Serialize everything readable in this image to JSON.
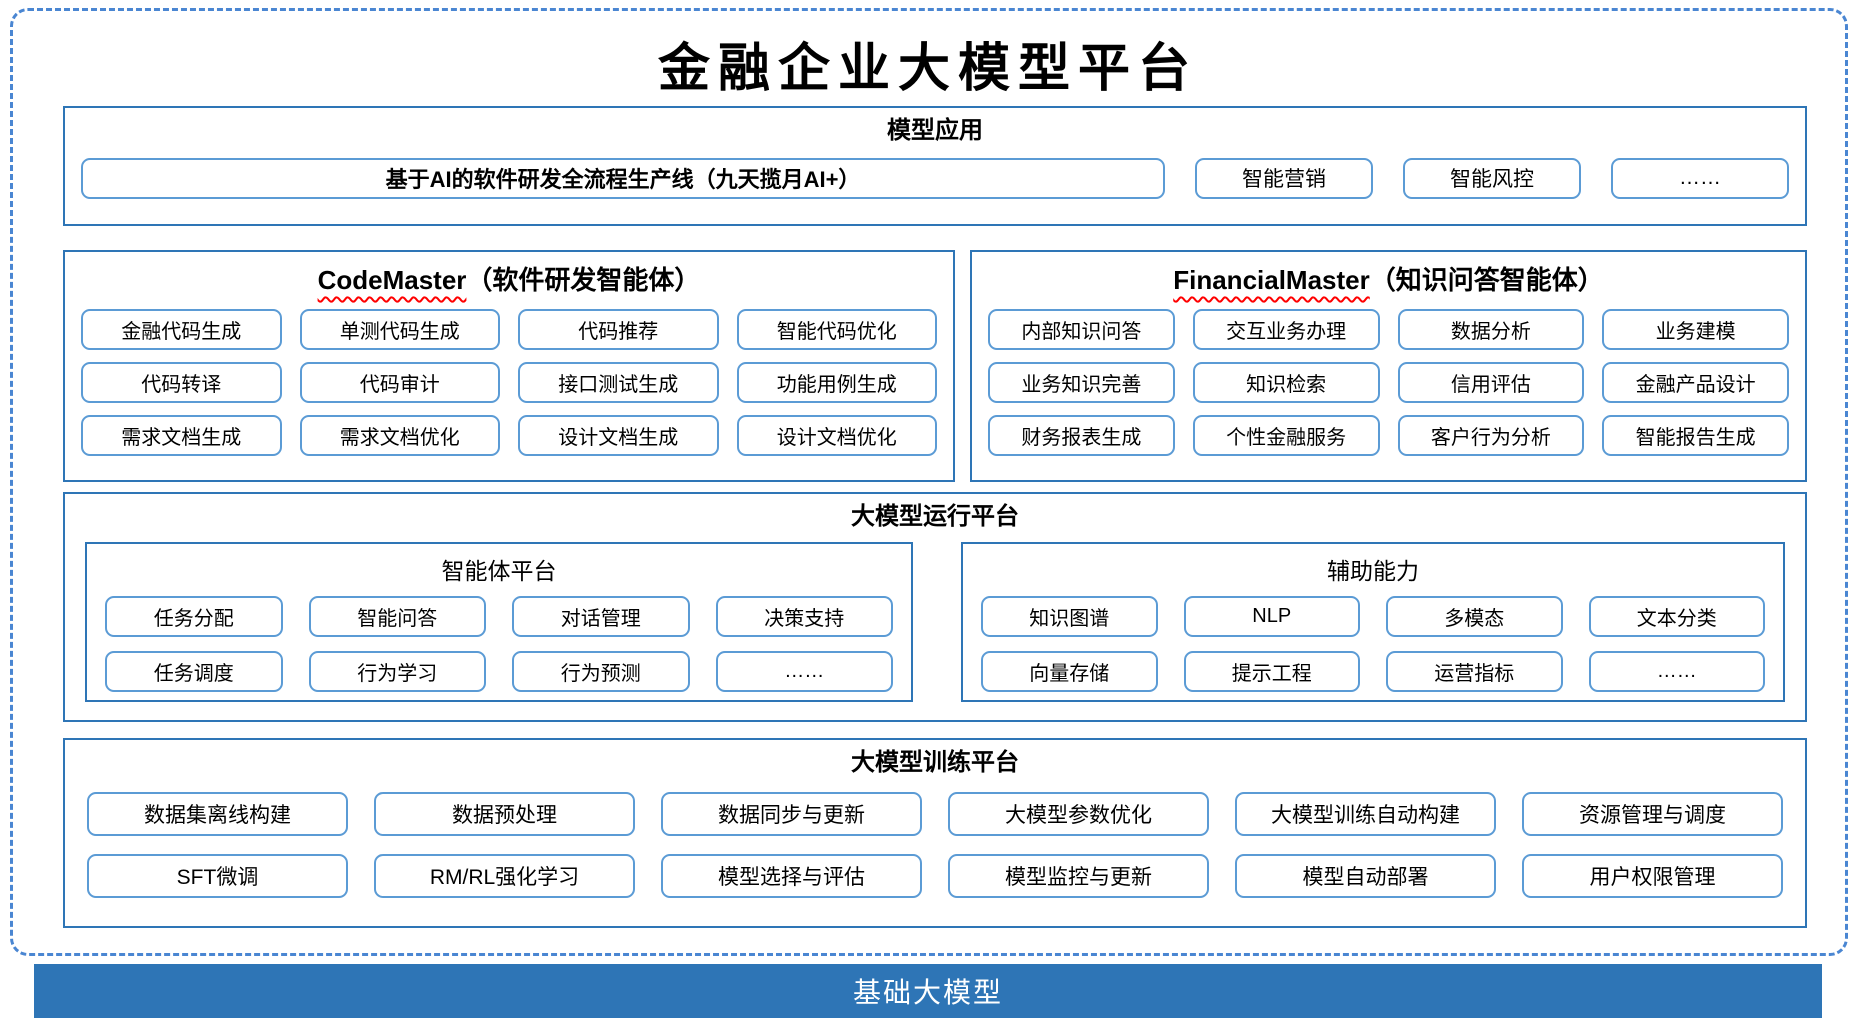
{
  "title": "金融企业大模型平台",
  "model_app": {
    "title": "模型应用",
    "pipeline_item": "基于AI的软件研发全流程生产线（九天揽月AI+）",
    "items": [
      "智能营销",
      "智能风控",
      "……"
    ]
  },
  "code_master": {
    "name": "CodeMaster",
    "subtitle": "（软件研发智能体）",
    "items": [
      "金融代码生成",
      "单测代码生成",
      "代码推荐",
      "智能代码优化",
      "代码转译",
      "代码审计",
      "接口测试生成",
      "功能用例生成",
      "需求文档生成",
      "需求文档优化",
      "设计文档生成",
      "设计文档优化"
    ]
  },
  "financial_master": {
    "name": "FinancialMaster",
    "subtitle": "（知识问答智能体）",
    "items": [
      "内部知识问答",
      "交互业务办理",
      "数据分析",
      "业务建模",
      "业务知识完善",
      "知识检索",
      "信用评估",
      "金融产品设计",
      "财务报表生成",
      "个性金融服务",
      "客户行为分析",
      "智能报告生成"
    ]
  },
  "runtime_platform": {
    "title": "大模型运行平台",
    "agent_platform": {
      "title": "智能体平台",
      "items": [
        "任务分配",
        "智能问答",
        "对话管理",
        "决策支持",
        "任务调度",
        "行为学习",
        "行为预测",
        "……"
      ]
    },
    "auxiliary": {
      "title": "辅助能力",
      "items": [
        "知识图谱",
        "NLP",
        "多模态",
        "文本分类",
        "向量存储",
        "提示工程",
        "运营指标",
        "……"
      ]
    }
  },
  "training_platform": {
    "title": "大模型训练平台",
    "items": [
      "数据集离线构建",
      "数据预处理",
      "数据同步与更新",
      "大模型参数优化",
      "大模型训练自动构建",
      "资源管理与调度",
      "SFT微调",
      "RM/RL强化学习",
      "模型选择与评估",
      "模型监控与更新",
      "模型自动部署",
      "用户权限管理"
    ]
  },
  "base_model": {
    "title": "基础大模型"
  },
  "colors": {
    "dashed_border": "#4a86d2",
    "section_border": "#2e75b6",
    "item_border": "#5b9bd5",
    "base_bar_bg": "#2e75b6",
    "base_bar_text": "#ffffff",
    "spellcheck_underline": "#ff0000"
  }
}
